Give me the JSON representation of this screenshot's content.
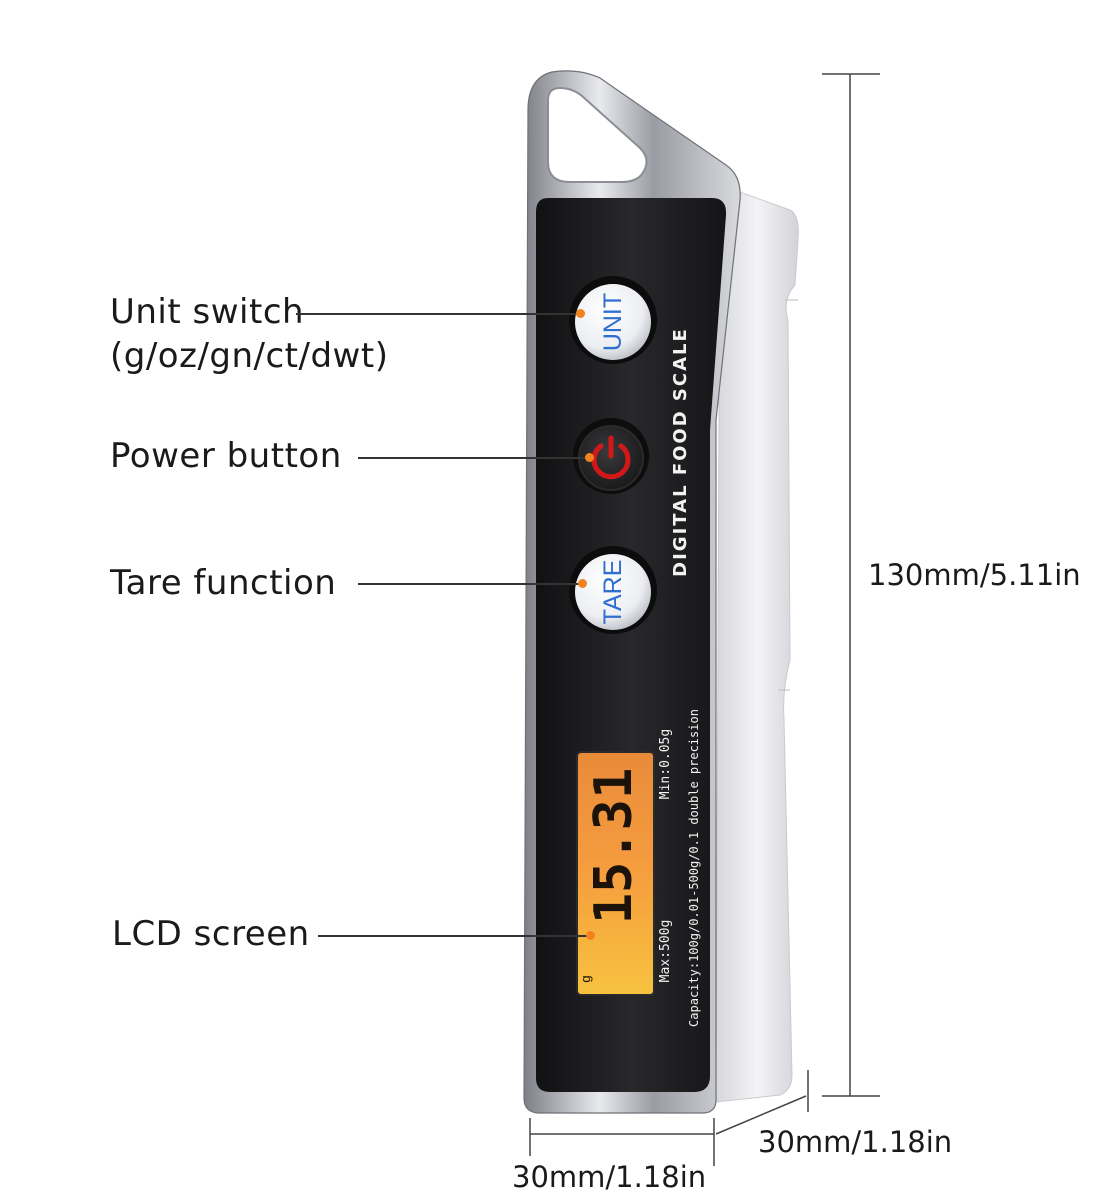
{
  "device": {
    "title_print": "DIGITAL FOOD SCALE",
    "buttons": {
      "unit": "UNIT",
      "tare": "TARE"
    },
    "lcd": {
      "reading": "15.31",
      "unit": "g"
    },
    "specs": {
      "min": "Min:0.05g",
      "max": "Max:500g",
      "capacity": "Capacity:100g/0.01-500g/0.1 double precision"
    }
  },
  "callouts": {
    "unit_switch": "Unit switch",
    "unit_options": "(g/oz/gn/ct/dwt)",
    "power": "Power button",
    "tare": "Tare function",
    "lcd": "LCD screen"
  },
  "dimensions": {
    "height": "130mm/5.11in",
    "width": "30mm/1.18in",
    "depth": "30mm/1.18in"
  },
  "colors": {
    "body": "#1e1e20",
    "lcd_backlight": "#f39a3c",
    "power_accent": "#d21818",
    "button_text": "#2e6fcf",
    "callout_dot": "#f0831e"
  }
}
